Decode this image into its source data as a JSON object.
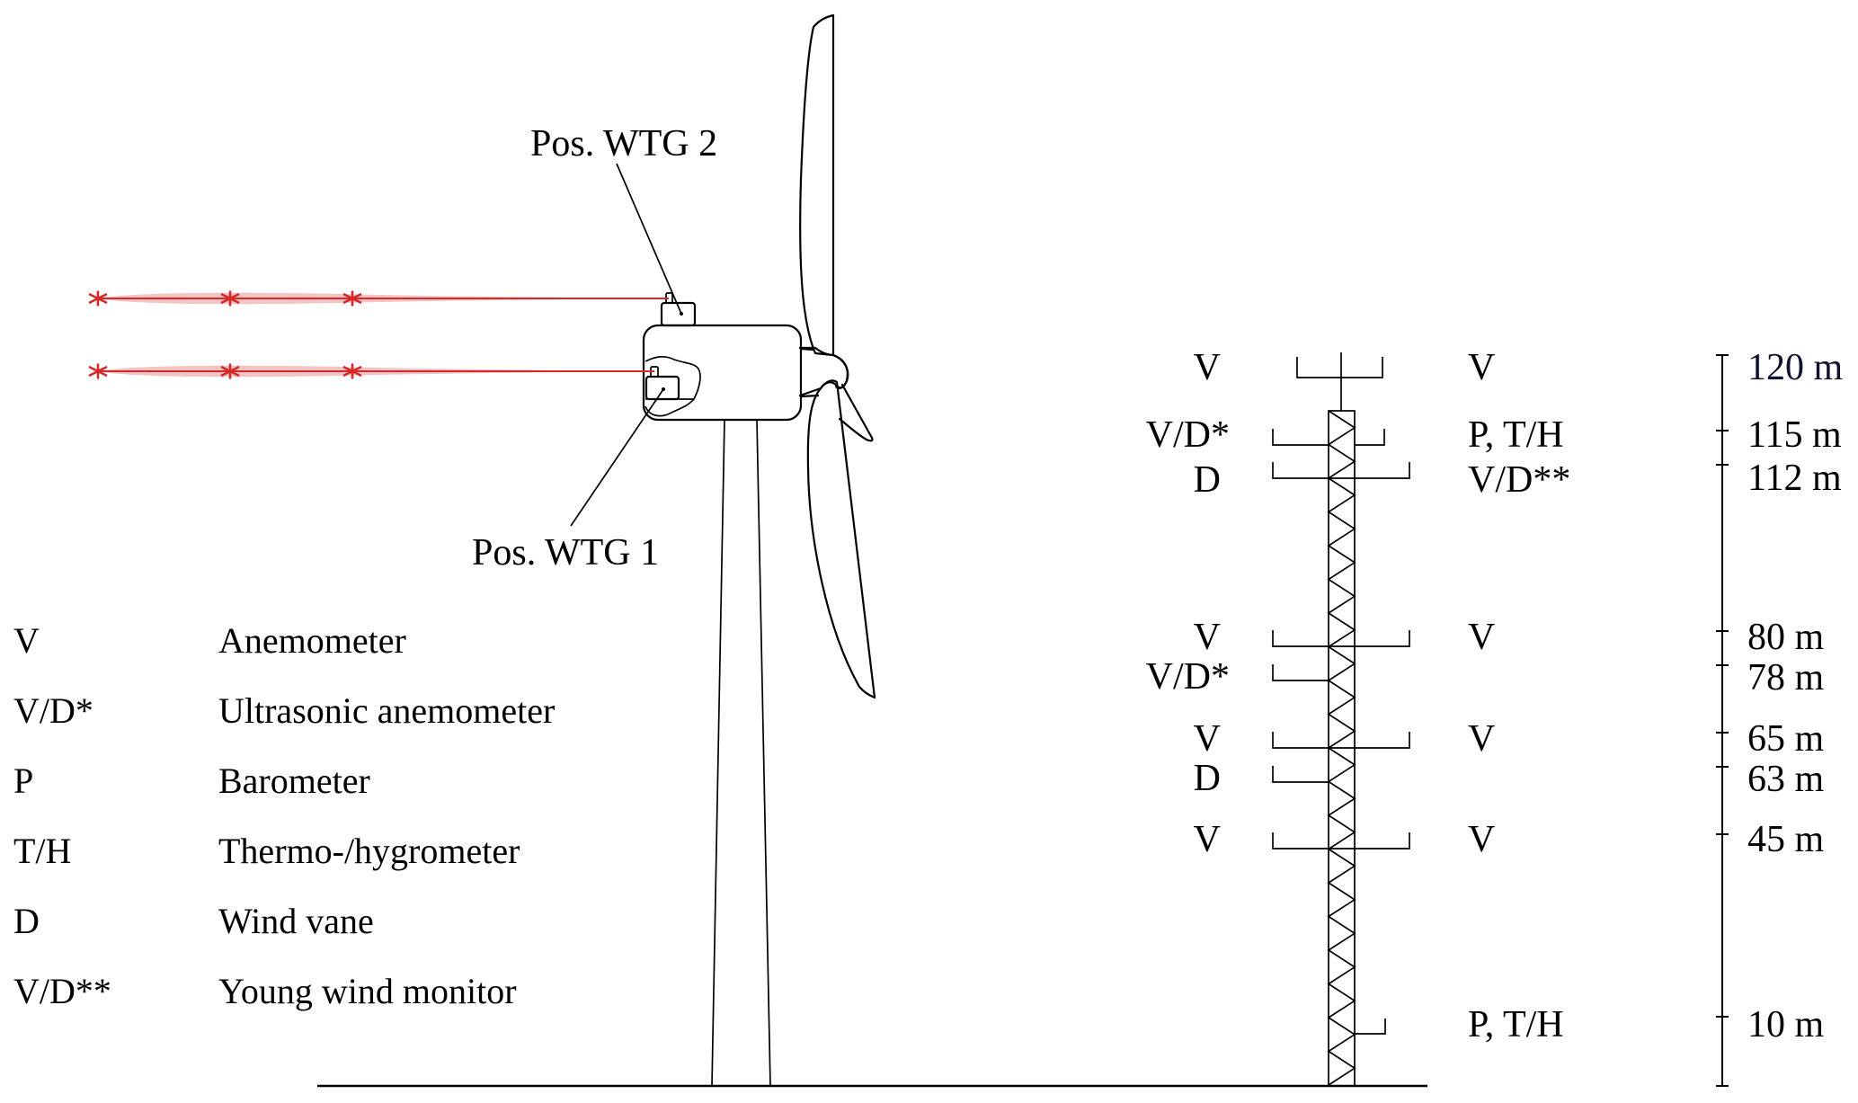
{
  "figure": {
    "labels": {
      "wtg2": "Pos. WTG 2",
      "wtg1": "Pos. WTG 1"
    },
    "colors": {
      "lidar_beam": "#d42a2a",
      "lidar_glow": "#f2b8b8",
      "line": "#000000",
      "scale_top_label": "#101030"
    },
    "lidar_beams": [
      {
        "name": "beam-wtg2",
        "measurement_points": 3
      },
      {
        "name": "beam-wtg1",
        "measurement_points": 3
      }
    ]
  },
  "legend": [
    {
      "symbol": "V",
      "description": "Anemometer"
    },
    {
      "symbol": "V/D*",
      "description": "Ultrasonic anemometer"
    },
    {
      "symbol": "P",
      "description": "Barometer"
    },
    {
      "symbol": "T/H",
      "description": "Thermo-/hygrometer"
    },
    {
      "symbol": "D",
      "description": "Wind vane"
    },
    {
      "symbol": "V/D**",
      "description": "Young wind monitor"
    }
  ],
  "mast": {
    "levels": [
      {
        "height": "120 m",
        "left": "V",
        "right": "V"
      },
      {
        "height": "115 m",
        "left": "V/D*",
        "right": "P, T/H"
      },
      {
        "height": "112 m",
        "left": "D",
        "right": "V/D**"
      },
      {
        "height": "80 m",
        "left": "V",
        "right": "V"
      },
      {
        "height": "78 m",
        "left": "V/D*",
        "right": ""
      },
      {
        "height": "65 m",
        "left": "V",
        "right": "V"
      },
      {
        "height": "63 m",
        "left": "D",
        "right": ""
      },
      {
        "height": "45 m",
        "left": "V",
        "right": "V"
      },
      {
        "height": "10 m",
        "left": "",
        "right": "P, T/H"
      }
    ]
  }
}
